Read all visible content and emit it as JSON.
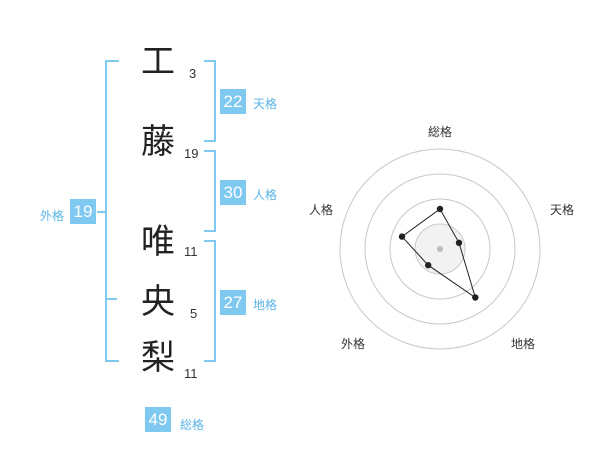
{
  "name": {
    "chars": [
      {
        "char": "工",
        "strokes": "3"
      },
      {
        "char": "藤",
        "strokes": "19"
      },
      {
        "char": "唯",
        "strokes": "11"
      },
      {
        "char": "央",
        "strokes": "5"
      },
      {
        "char": "梨",
        "strokes": "11"
      }
    ]
  },
  "fortune": {
    "tenkaku": {
      "value": "22",
      "label": "天格"
    },
    "jinkaku": {
      "value": "30",
      "label": "人格"
    },
    "chikaku": {
      "value": "27",
      "label": "地格"
    },
    "gaikaku": {
      "value": "19",
      "label": "外格"
    },
    "soukaku": {
      "value": "49",
      "label": "総格"
    }
  },
  "colors": {
    "accent": "#7fc8f0",
    "accent_text": "#59b4e6"
  },
  "chart_data": {
    "type": "radar",
    "axes": [
      "総格",
      "天格",
      "地格",
      "外格",
      "人格"
    ],
    "rings": 4,
    "values": [
      2,
      1,
      3,
      1,
      2
    ],
    "max": 5
  }
}
